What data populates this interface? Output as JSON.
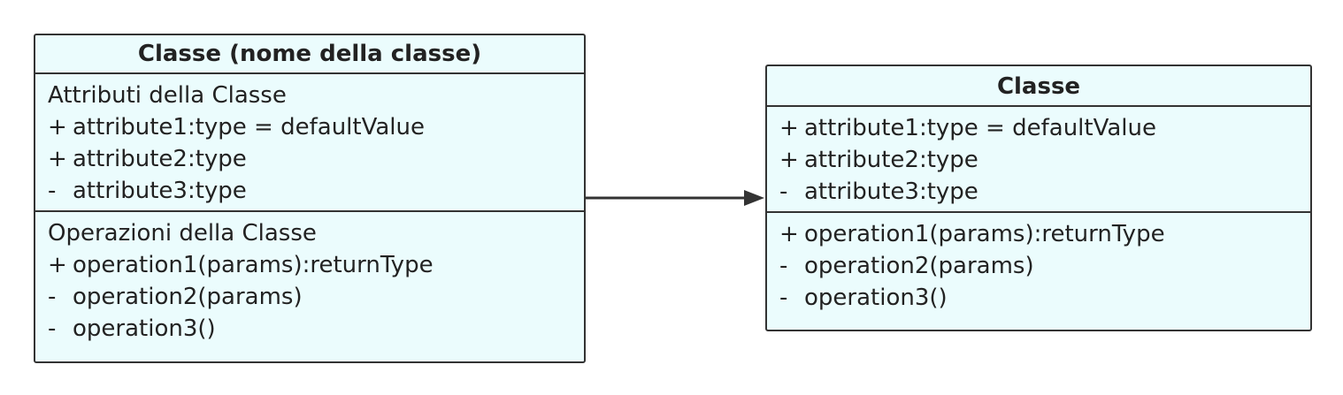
{
  "diagram": {
    "left_class": {
      "name": "Classe (nome della classe)",
      "attributes_heading": "Attributi della Classe",
      "attributes": [
        {
          "visibility": "+",
          "text": "attribute1:type = defaultValue"
        },
        {
          "visibility": "+",
          "text": "attribute2:type"
        },
        {
          "visibility": "-",
          "text": "attribute3:type"
        }
      ],
      "operations_heading": "Operazioni della Classe",
      "operations": [
        {
          "visibility": "+",
          "text": "operation1(params):returnType"
        },
        {
          "visibility": "-",
          "text": "operation2(params)"
        },
        {
          "visibility": "-",
          "text": "operation3()"
        }
      ]
    },
    "right_class": {
      "name": "Classe",
      "attributes": [
        {
          "visibility": "+",
          "text": "attribute1:type = defaultValue"
        },
        {
          "visibility": "+",
          "text": "attribute2:type"
        },
        {
          "visibility": "-",
          "text": "attribute3:type"
        }
      ],
      "operations": [
        {
          "visibility": "+",
          "text": "operation1(params):returnType"
        },
        {
          "visibility": "-",
          "text": "operation2(params)"
        },
        {
          "visibility": "-",
          "text": "operation3()"
        }
      ]
    },
    "colors": {
      "box_fill": "#ebfcfd",
      "border": "#333333",
      "text": "#222222",
      "arrow": "#333333"
    }
  }
}
